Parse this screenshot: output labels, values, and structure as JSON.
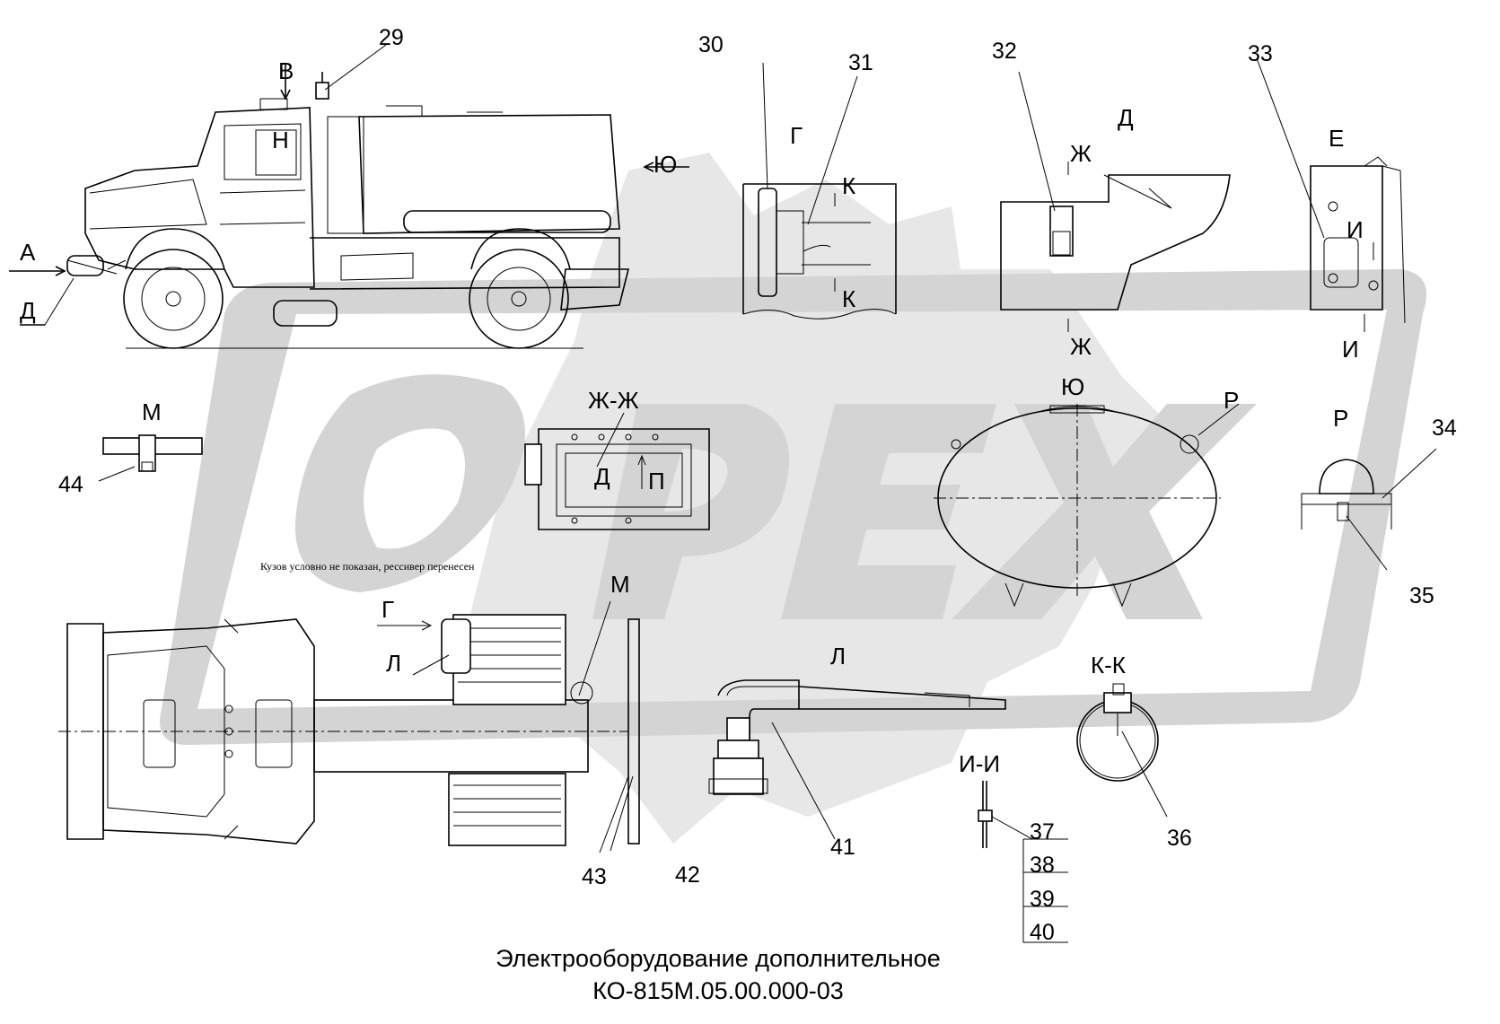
{
  "title": {
    "line1": "Электрооборудование дополнительное",
    "line2": "КО-815М.05.00.000-03"
  },
  "watermark": {
    "text": "OPEX",
    "color": "#d4d4d4"
  },
  "note": "Кузов условно не показан, рессивер перенесен",
  "views": {
    "A": "А",
    "B": "В",
    "D_left": "Д",
    "G_top": "Г",
    "D_top": "Д",
    "E_top": "Е",
    "M": "М",
    "ZhZh": "Ж-Ж",
    "Yu_top": "Ю",
    "Yu_view": "Ю",
    "R": "Р",
    "R_view": "Р",
    "L_plan": "Л",
    "L_view": "Л",
    "KK": "К-К",
    "II": "И-И",
    "G_plan": "Г",
    "M_plan": "М",
    "K1": "К",
    "K2": "К",
    "Zh1": "Ж",
    "Zh2": "Ж",
    "I1": "И",
    "I2": "И",
    "N": "Н",
    "D_box": "Д",
    "P_box": "П"
  },
  "callouts": [
    "29",
    "30",
    "31",
    "32",
    "33",
    "34",
    "35",
    "36",
    "37",
    "38",
    "39",
    "40",
    "41",
    "42",
    "43",
    "44"
  ],
  "colors": {
    "line": "#000000",
    "background": "#ffffff"
  }
}
